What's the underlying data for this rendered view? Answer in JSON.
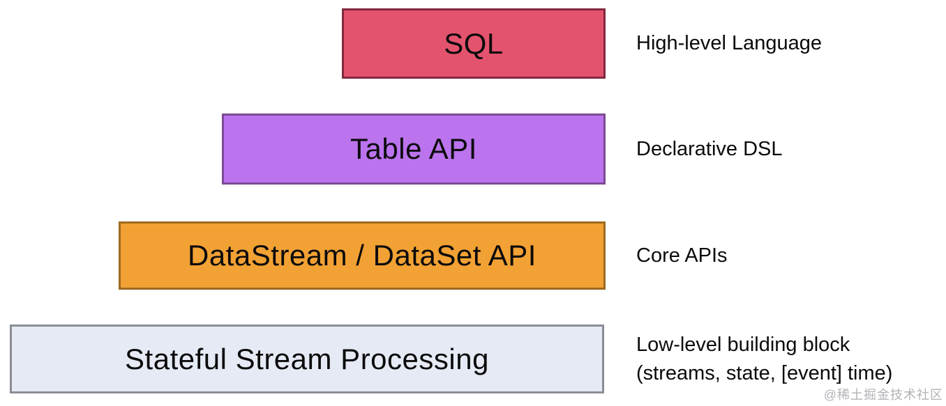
{
  "diagram": {
    "layers": [
      {
        "label": "SQL",
        "annotation_lines": [
          "High-level Language"
        ],
        "fill": "#e4536e",
        "border": "#82293d"
      },
      {
        "label": "Table API",
        "annotation_lines": [
          "Declarative DSL"
        ],
        "fill": "#bb73ee",
        "border": "#7c4a94"
      },
      {
        "label": "DataStream / DataSet API",
        "annotation_lines": [
          "Core APIs"
        ],
        "fill": "#f2a134",
        "border": "#9c6a20"
      },
      {
        "label": "Stateful Stream Processing",
        "annotation_lines": [
          "Low-level building block",
          "(streams, state, [event] time)"
        ],
        "fill": "#e5eaf4",
        "border": "#8b8d94"
      }
    ],
    "watermark": "@稀土掘金技术社区"
  }
}
